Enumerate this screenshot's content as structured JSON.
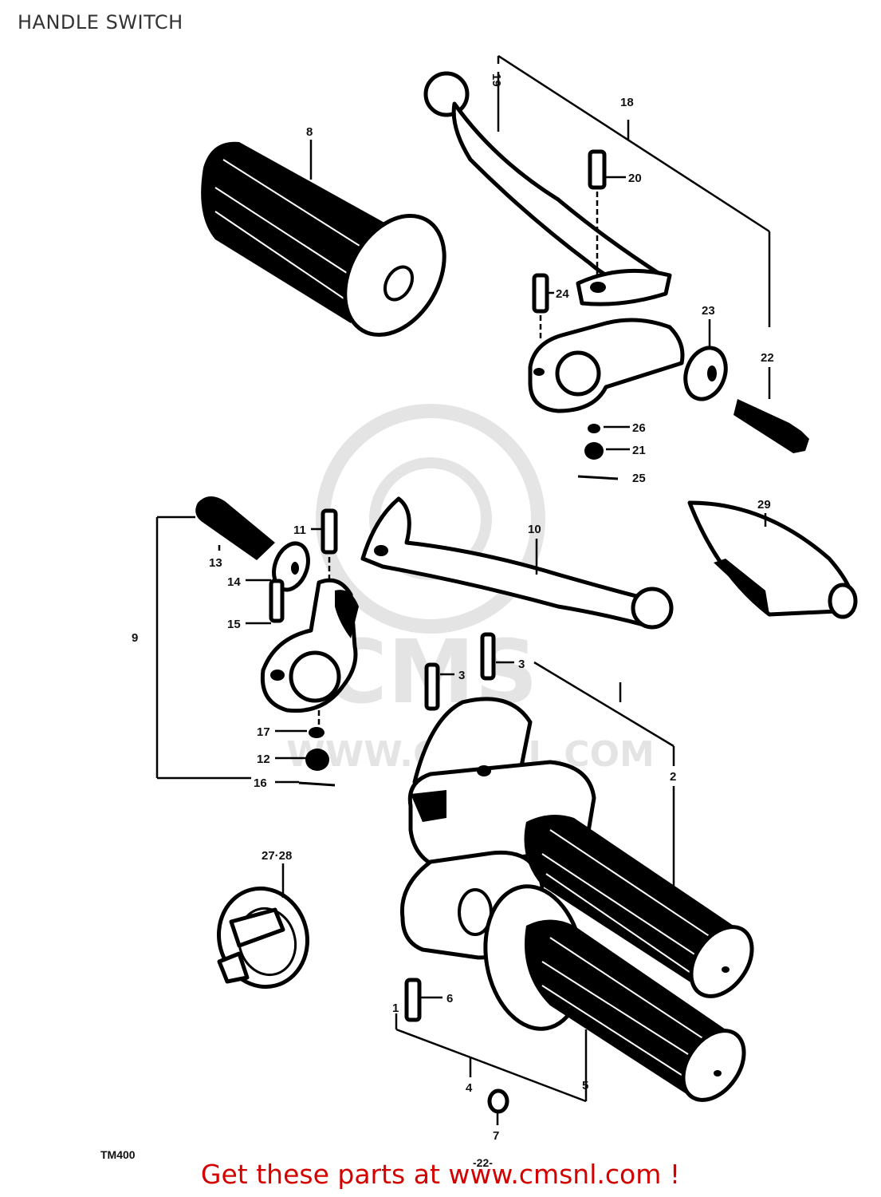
{
  "page": {
    "title": "HANDLE SWITCH",
    "page_number": "-22-",
    "model_code": "TM400",
    "footer_link": "Get these parts at www.cmsnl.com !",
    "watermark": "WWW.CMSNL.COM",
    "watermark_logo": "CMS"
  },
  "callouts": {
    "c1": "1",
    "c2": "2",
    "c3a": "3",
    "c3b": "3",
    "c4": "4",
    "c5": "5",
    "c6": "6",
    "c7": "7",
    "c8": "8",
    "c9": "9",
    "c10": "10",
    "c11": "11",
    "c12": "12",
    "c13": "13",
    "c14": "14",
    "c15": "15",
    "c16": "16",
    "c17": "17",
    "c18": "18",
    "c19": "19",
    "c20": "20",
    "c21": "21",
    "c22": "22",
    "c23": "23",
    "c24": "24",
    "c25": "25",
    "c26": "26",
    "c27_28": "27·28",
    "c29": "29"
  },
  "colors": {
    "ink": "#000000",
    "footer_link": "#d40000",
    "title_text": "#333333",
    "watermark": "#cccccc"
  }
}
